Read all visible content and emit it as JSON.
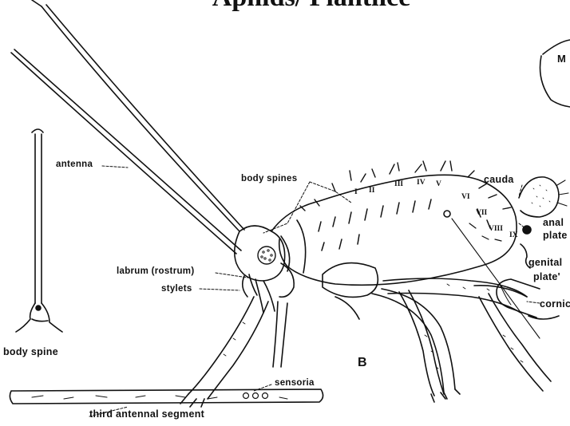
{
  "title": "Aphids/ Plantlice",
  "figure_letter": "B",
  "corner_mark": "M",
  "labels": {
    "antenna": "antenna",
    "body_spines": "body spines",
    "cauda": "cauda",
    "anal_plate_1": "anal",
    "anal_plate_2": "plate",
    "genital_plate_1": "genital",
    "genital_plate_2": "plate'",
    "cornicle": "cornicle",
    "labrum": "labrum (rostrum)",
    "stylets": "stylets",
    "body_spine": "body spine",
    "sensoria": "sensoria",
    "third_segment": "third antennal segment"
  },
  "segments": [
    "I",
    "II",
    "III",
    "IV",
    "V",
    "VI",
    "VII",
    "VIII",
    "IX"
  ]
}
